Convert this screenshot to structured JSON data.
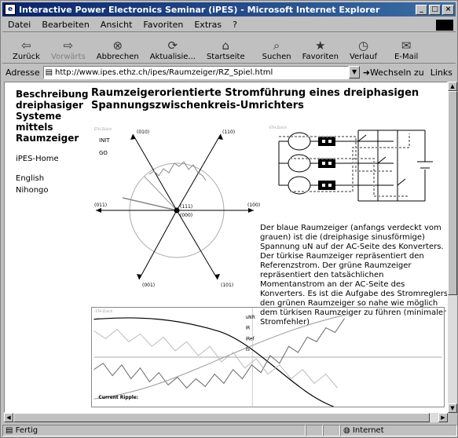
{
  "window": {
    "title": "Interactive Power Electronics Seminar (iPES) - Microsoft Internet Explorer",
    "minimize": "_",
    "maximize": "□",
    "close": "×"
  },
  "menu": [
    "Datei",
    "Bearbeiten",
    "Ansicht",
    "Favoriten",
    "Extras",
    "?"
  ],
  "toolbar": [
    {
      "label": "Zurück",
      "icon": "back-arrow-icon",
      "glyph": "⇦"
    },
    {
      "label": "Vorwärts",
      "icon": "forward-arrow-icon",
      "glyph": "⇨"
    },
    {
      "label": "Abbrechen",
      "icon": "stop-icon",
      "glyph": "⊗"
    },
    {
      "label": "Aktualisie...",
      "icon": "refresh-icon",
      "glyph": "⟳"
    },
    {
      "label": "Startseite",
      "icon": "home-icon",
      "glyph": "⌂"
    },
    {
      "label": "Suchen",
      "icon": "search-icon",
      "glyph": "⌕"
    },
    {
      "label": "Favoriten",
      "icon": "favorites-icon",
      "glyph": "★"
    },
    {
      "label": "Verlauf",
      "icon": "history-icon",
      "glyph": "◷"
    },
    {
      "label": "E-Mail",
      "icon": "mail-icon",
      "glyph": "✉"
    }
  ],
  "address": {
    "label": "Adresse",
    "url": "http://www.ipes.ethz.ch/ipes/Raumzeiger/RZ_Spiel.html",
    "go": "Wechseln zu",
    "links": "Links"
  },
  "sidebar": {
    "heading": "Beschreibung dreiphasiger Systeme mittels Raumzeiger",
    "links": [
      "iPES-Home",
      "English",
      "Nihongo"
    ]
  },
  "page": {
    "title": "Raumzeigerorientierte Stromführung eines dreiphasigen Spannungszwischenkreis-Umrichters",
    "description": "Der blaue Raumzeiger (anfangs verdeckt vom grauen) ist die (dreiphasige sinusförmige) Spannung uN auf der AC-Seite des Konverters. Der türkise Raumzeiger repräsentiert den Referenzstrom. Der grüne Raumzeiger repräsentiert den tatsächlichen Momentanstrom an der AC-Seite des Konverters. Es ist die Aufgabe des Stromreglers den grünen Raumzeiger so nahe wie möglich dem türkisen Raumzeiger zu führen (minimaler Stromfehler)"
  },
  "vector_diagram": {
    "applet_label": "ETH Zürich",
    "buttons": [
      "INIT",
      "GO"
    ],
    "labels": [
      "(010)",
      "(110)",
      "(011)",
      "(100)",
      "(111)",
      "(000)",
      "(001)",
      "(101)"
    ]
  },
  "waveform": {
    "applet_label": "ETH Zürich",
    "legend": [
      "uNR",
      "iR",
      "iRef",
      "iS"
    ],
    "footer": "Current Ripple:"
  },
  "status": {
    "left": "Fertig",
    "zone": "Internet"
  },
  "colors": {
    "titlebar": "#0a246a",
    "background": "#c0c0c0",
    "content": "#ffffff"
  }
}
